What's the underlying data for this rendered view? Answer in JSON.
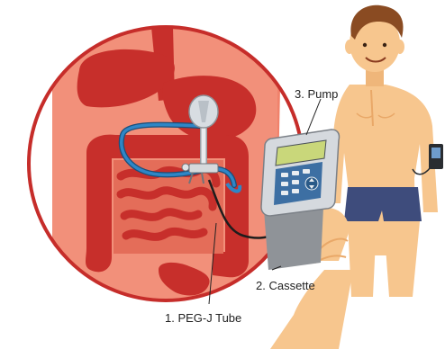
{
  "labels": {
    "pump": "3. Pump",
    "cassette": "2. Cassette",
    "tube": "1. PEG-J Tube"
  },
  "colors": {
    "background_circle": "#f0826b",
    "circle_border": "#c62d2a",
    "organ_red": "#c72f2b",
    "organ_light": "#ea9b8c",
    "tube_blue": "#2f86c6",
    "tube_dark": "#1b4f7a",
    "skin": "#f7c68e",
    "skin_shadow": "#e9a868",
    "hair": "#8a4b22",
    "shorts": "#3e4c7c",
    "device_body": "#d5d9de",
    "device_screen": "#c9d77a",
    "device_keypad": "#3d6fa3",
    "cassette_gray": "#8f9398"
  },
  "icons": {
    "pump": "infusion-pump-icon",
    "person": "person-illustration"
  }
}
